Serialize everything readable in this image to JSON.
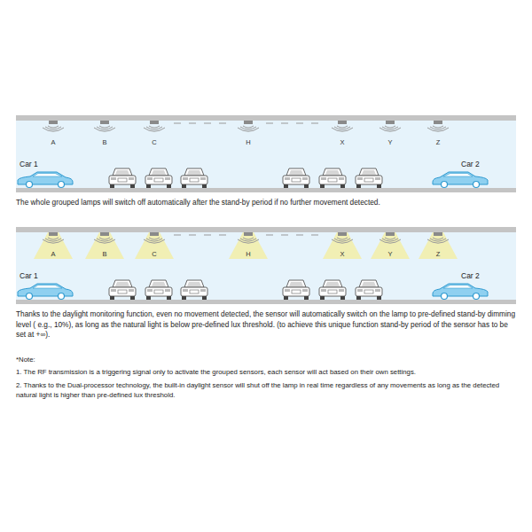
{
  "diagram": {
    "labels": [
      "A",
      "B",
      "C",
      "H",
      "X",
      "Y",
      "Z",
      "Car 1",
      "Car 2",
      "The whole grouped lamps will switch off automatically after the stand-by period if no further movement detected.",
      "A",
      "B",
      "C",
      "H",
      "X",
      "Y",
      "Z",
      "Car 1",
      "Car 2",
      "Thanks to the daylight monitoring function, even no movement detected, the sensor will automatically switch on the lamp to pre-defined stand-by dimming level ( e.g., 10%), as long as the natural light is below pre-defined lux threshold. (to achieve this unique function stand-by period of the sensor has to be set at +∞).",
      "*Note:",
      "1. The RF transmission is a triggering signal only to activate the grouped sensors, each sensor will act based on their own settings.",
      "2. Thanks to the Dual-processor technology, the built-in daylight sensor will shut off the lamp in real time regardless of any movements as long as the detected natural light is higher than pre-defined lux threshold."
    ]
  }
}
